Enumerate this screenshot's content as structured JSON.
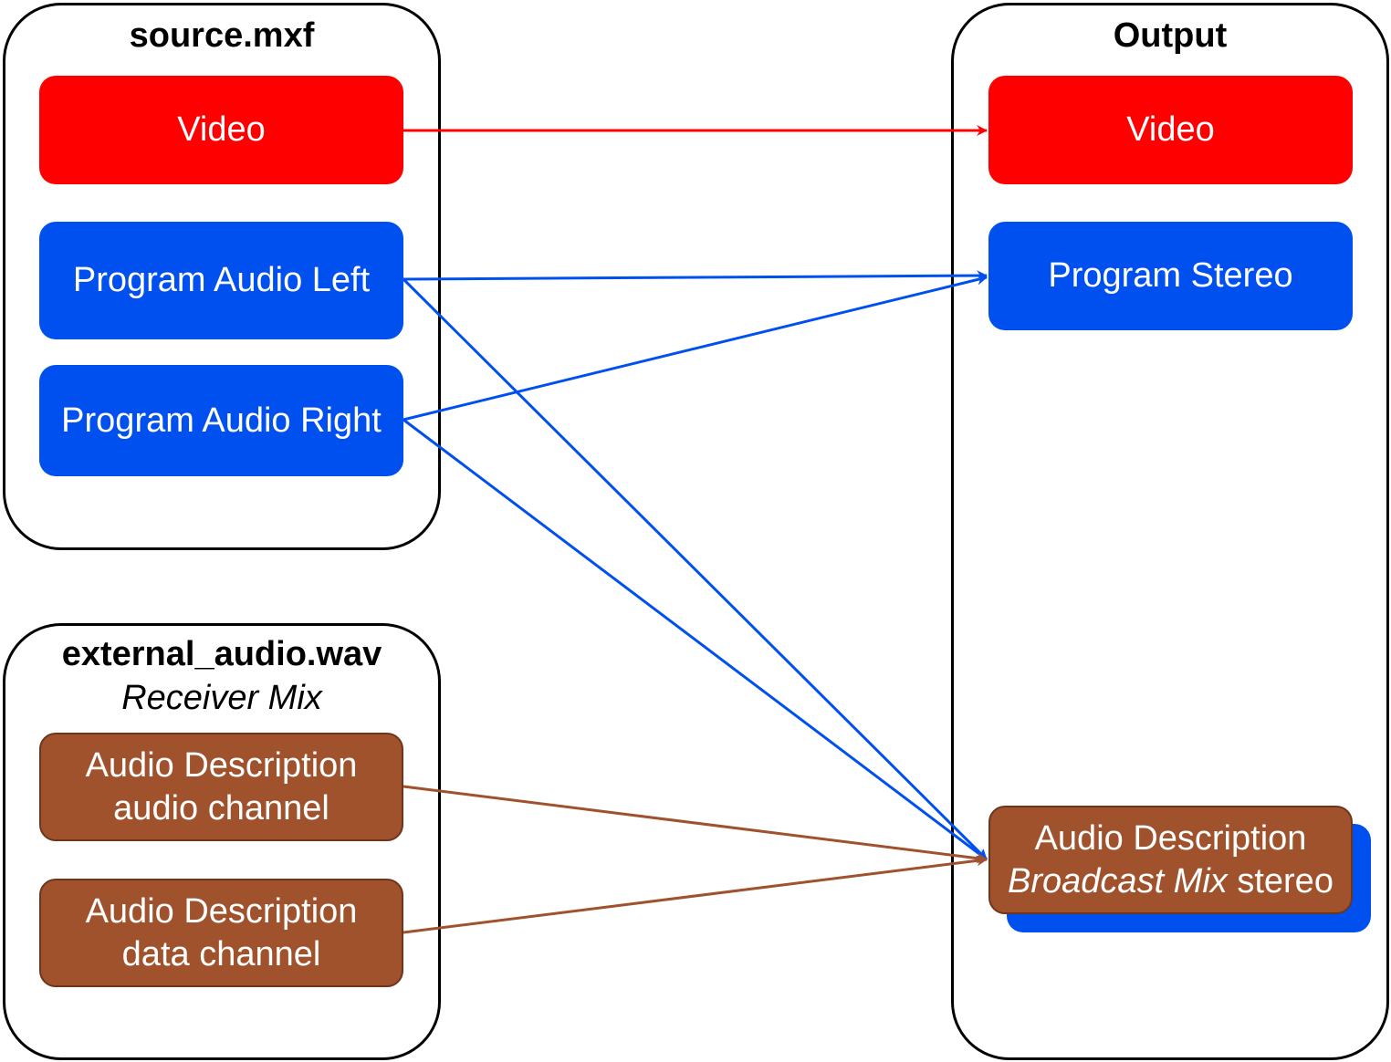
{
  "groups": {
    "source": {
      "title": "source.mxf",
      "nodes": {
        "video": "Video",
        "left": "Program Audio Left",
        "right": "Program Audio Right"
      }
    },
    "external": {
      "title": "external_audio.wav",
      "subtitle": "Receiver Mix",
      "nodes": {
        "ad_audio_line1": "Audio Description",
        "ad_audio_line2": "audio channel",
        "ad_data_line1": "Audio Description",
        "ad_data_line2": "data channel"
      }
    },
    "output": {
      "title": "Output",
      "nodes": {
        "video": "Video",
        "stereo": "Program Stereo",
        "ad_line1": "Audio Description",
        "ad_line2_italic": "Broadcast Mix",
        "ad_line2_rest": " stereo"
      }
    }
  },
  "colors": {
    "video": "#ff0000",
    "audio": "#0050ef",
    "audio_description": "#a0522d"
  }
}
